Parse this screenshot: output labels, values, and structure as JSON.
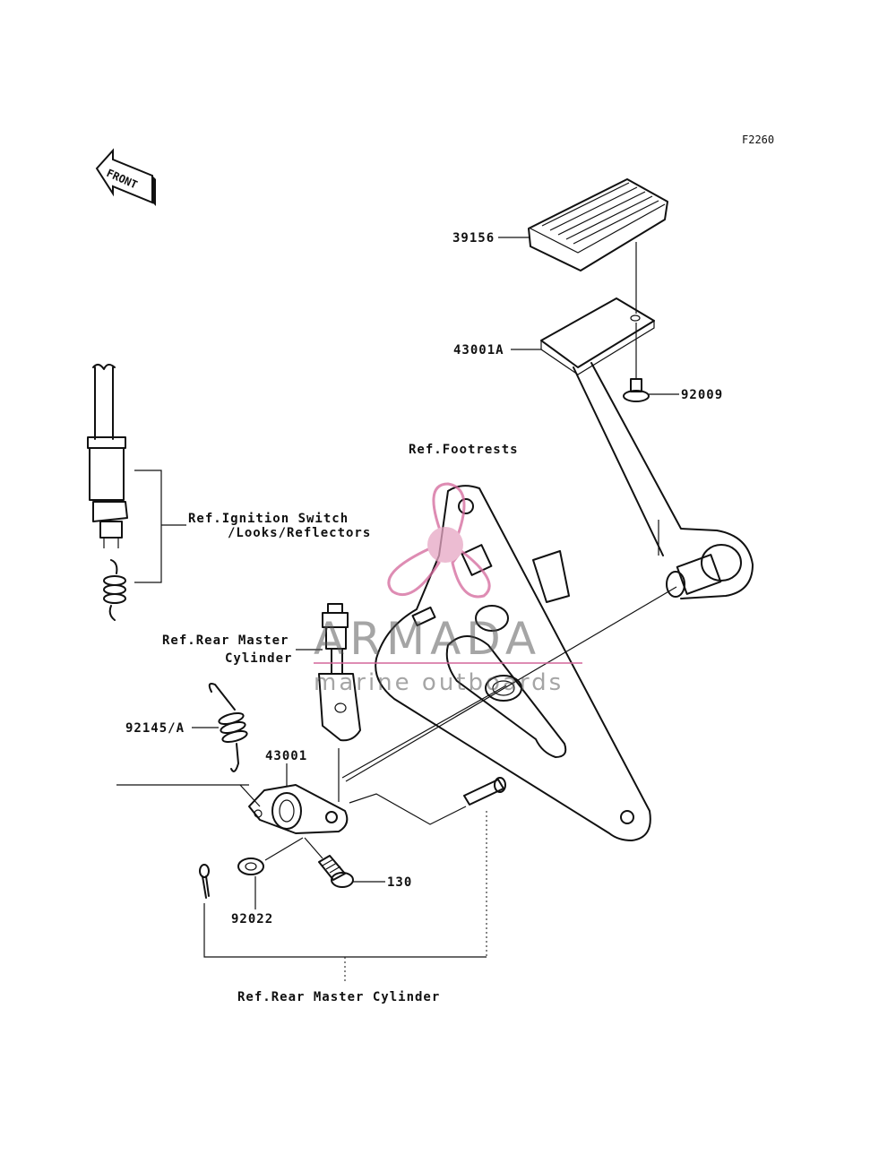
{
  "figure_code": "F2260",
  "front_label": "FRONT",
  "labels": {
    "p39156": "39156",
    "p43001A": "43001A",
    "p92009": "92009",
    "ref_footrests": "Ref.Footrests",
    "ref_ignition_line1": "Ref.Ignition Switch",
    "ref_ignition_line2": "/Looks/Reflectors",
    "ref_rear_master_line1": "Ref.Rear Master",
    "ref_rear_master_line2": "Cylinder",
    "p92145A": "92145/A",
    "p43001": "43001",
    "p130": "130",
    "p92022": "92022",
    "ref_rear_master_bottom": "Ref.Rear Master Cylinder"
  },
  "watermark": {
    "brand": "ARMADA",
    "tagline": "marine outboards",
    "color": "#d3669a"
  }
}
